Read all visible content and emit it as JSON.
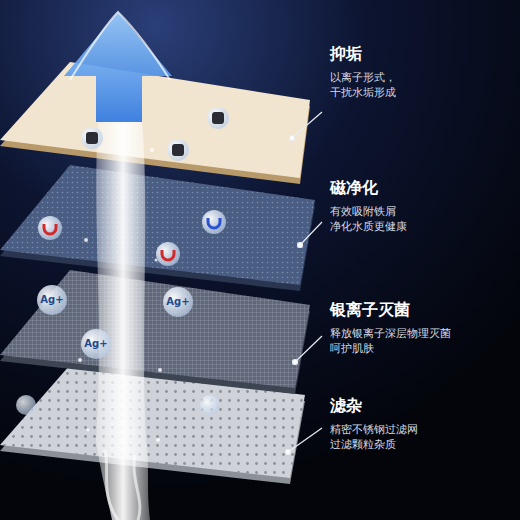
{
  "diagram": {
    "labels": [
      "抑垢",
      "以离子形式， 干扰水垢形成",
      "磁净化",
      "有效吸附铁屑 净化水质更健康",
      "银离子灭菌",
      "释放银离子深层物理灭菌 呵护肌肤",
      "滤杂",
      "精密不锈钢过滤网 过滤颗粒杂质",
      "Ag+",
      "Ag+",
      "Ag+"
    ]
  }
}
